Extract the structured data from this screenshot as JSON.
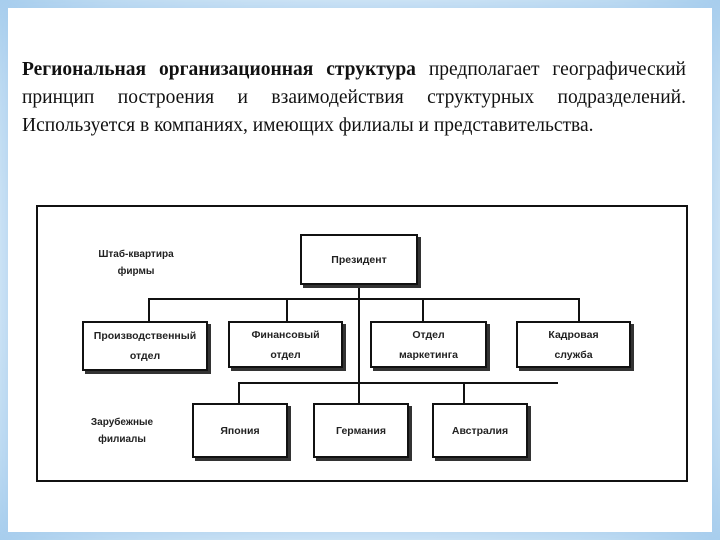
{
  "intro": {
    "bold_term": "Региональная организационная структура",
    "body": " предполагает географический принцип построения и взаимодействия структурных подразделений. Используется в компаниях, имеющих филиалы и представительства."
  },
  "org_chart": {
    "hq_label": "Штаб-квартира\nфирмы",
    "foreign_label": "Зарубежные\nфилиалы",
    "root": "Президент",
    "departments": [
      "Производственный\nотдел",
      "Финансовый\nотдел",
      "Отдел\nмаркетинга",
      "Кадровая\nслужба"
    ],
    "branches": [
      "Япония",
      "Германия",
      "Австралия"
    ]
  }
}
